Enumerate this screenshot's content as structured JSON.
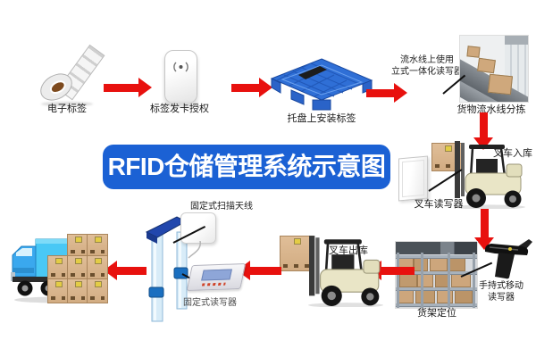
{
  "title": "RFID仓储管理系统示意图",
  "labels": {
    "electronic_tag": "电子标签",
    "tag_issuing": "标签发卡授权",
    "pallet_tag": "托盘上安装标签",
    "line_reader_line1": "流水线上使用",
    "line_reader_line2": "立式一体化读写器",
    "conveyor_sorting": "货物流水线分拣",
    "forklift_inbound": "叉车入库",
    "forklift_reader": "叉车读写器",
    "shelf_positioning": "货架定位",
    "handheld_line1": "手持式移动",
    "handheld_line2": "读写器",
    "forklift_outbound": "叉车出库",
    "fixed_reader": "固定式读写器",
    "fixed_antenna": "固定式扫描天线"
  },
  "colors": {
    "title_bg": "#1b61d4",
    "title_text": "#ffffff",
    "arrow_red": "#e8110e",
    "pallet_blue": "#2f6fd6",
    "truck_blue": "#49c8f5",
    "carton_tan": "#d9b48c"
  },
  "graphics": [
    "rfid-label-roll-icon",
    "issuer-device-icon",
    "blue-pallet-icon",
    "conveyor-line-photo",
    "forklift-icon",
    "forklift-reader-panel-icon",
    "shelf-photo",
    "handheld-reader-icon",
    "portal-gate-icon",
    "flat-antenna-icon",
    "fixed-reader-device-icon",
    "truck-icon",
    "carton-stack-icon"
  ]
}
